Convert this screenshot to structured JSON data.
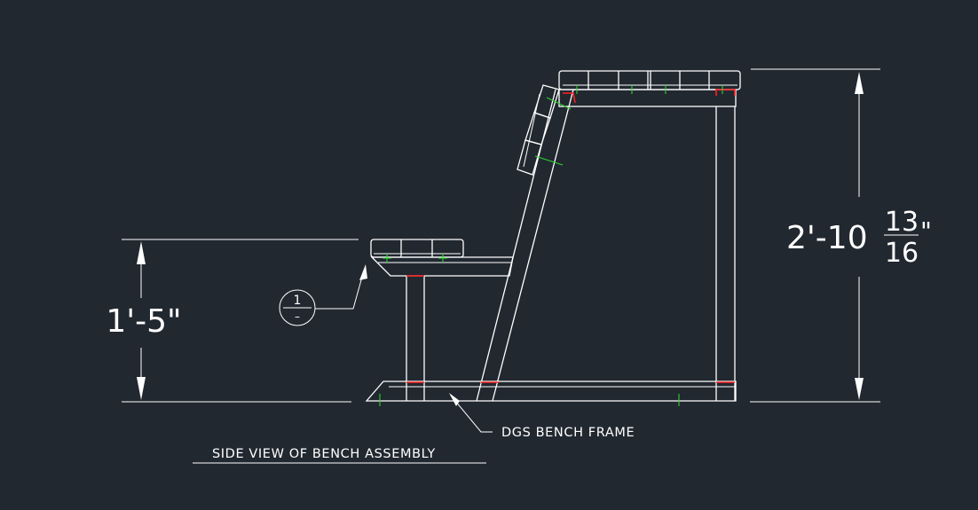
{
  "drawing": {
    "title": "SIDE VIEW OF BENCH ASSEMBLY",
    "frame_label": "DGS BENCH FRAME",
    "seat_height": {
      "whole": "1'-5\""
    },
    "overall_height": {
      "prefix": "2'-10",
      "numerator": "13",
      "denominator": "16",
      "suffix": "\""
    },
    "detail_callout": {
      "number": "1",
      "sheet": "–"
    }
  },
  "colors": {
    "background": "#212830",
    "linework": "#ffffff",
    "welds": "#ff2020",
    "fasteners": "#2fd12f"
  }
}
